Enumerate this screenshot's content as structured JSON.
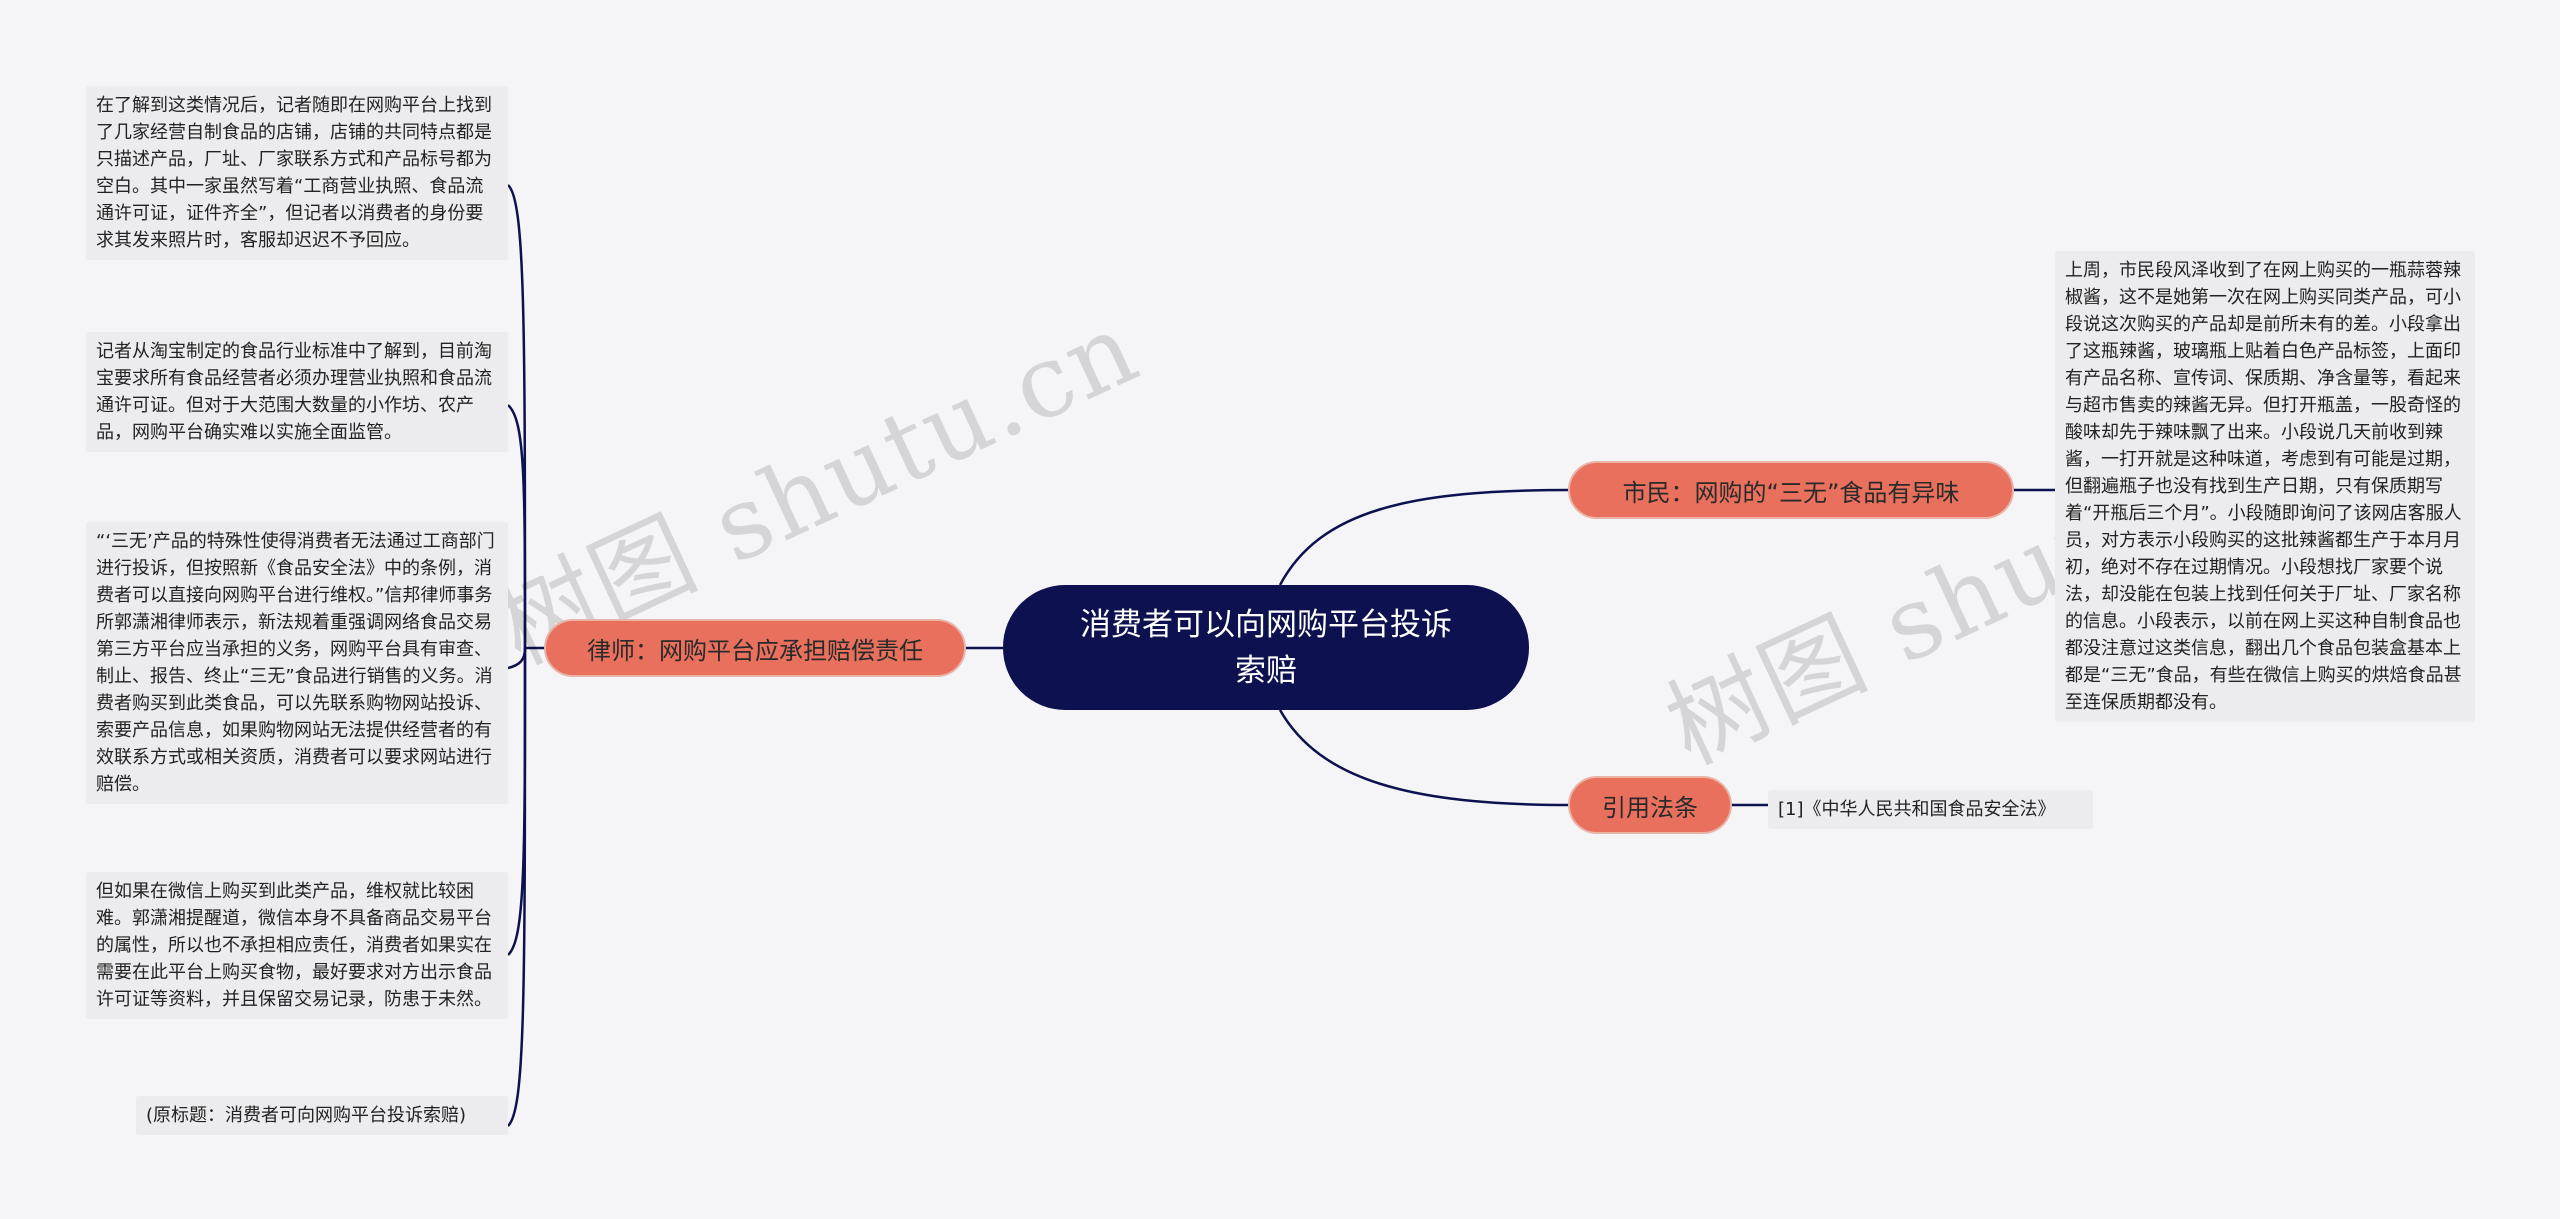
{
  "watermarks": [
    "树图 shutu.cn",
    "树图 shutu.cn"
  ],
  "root": {
    "label": "消费者可以向网购平台投诉索赔"
  },
  "branches": {
    "lawyer": {
      "label": "律师：网购平台应承担赔偿责任",
      "children": [
        "在了解到这类情况后，记者随即在网购平台上找到了几家经营自制食品的店铺，店铺的共同特点都是只描述产品，厂址、厂家联系方式和产品标号都为空白。其中一家虽然写着“工商营业执照、食品流通许可证，证件齐全”，但记者以消费者的身份要求其发来照片时，客服却迟迟不予回应。",
        "记者从淘宝制定的食品行业标准中了解到，目前淘宝要求所有食品经营者必须办理营业执照和食品流通许可证。但对于大范围大数量的小作坊、农产品，网购平台确实难以实施全面监管。",
        "“‘三无’产品的特殊性使得消费者无法通过工商部门进行投诉，但按照新《食品安全法》中的条例，消费者可以直接向网购平台进行维权。”信邦律师事务所郭潇湘律师表示，新法规着重强调网络食品交易第三方平台应当承担的义务，网购平台具有审查、制止、报告、终止“三无”食品进行销售的义务。消费者购买到此类食品，可以先联系购物网站投诉、索要产品信息，如果购物网站无法提供经营者的有效联系方式或相关资质，消费者可以要求网站进行赔偿。",
        "但如果在微信上购买到此类产品，维权就比较困难。郭潇湘提醒道，微信本身不具备商品交易平台的属性，所以也不承担相应责任，消费者如果实在需要在此平台上购买食物，最好要求对方出示食品许可证等资料，并且保留交易记录，防患于未然。",
        "(原标题：消费者可向网购平台投诉索赔)"
      ]
    },
    "citizen": {
      "label": "市民：网购的“三无”食品有异味",
      "children": [
        "上周，市民段风泽收到了在网上购买的一瓶蒜蓉辣椒酱，这不是她第一次在网上购买同类产品，可小段说这次购买的产品却是前所未有的差。小段拿出了这瓶辣酱，玻璃瓶上贴着白色产品标签，上面印有产品名称、宣传词、保质期、净含量等，看起来与超市售卖的辣酱无异。但打开瓶盖，一股奇怪的酸味却先于辣味飘了出来。小段说几天前收到辣酱，一打开就是这种味道，考虑到有可能是过期，但翻遍瓶子也没有找到生产日期，只有保质期写着“开瓶后三个月”。小段随即询问了该网店客服人员，对方表示小段购买的这批辣酱都生产于本月月初，绝对不存在过期情况。小段想找厂家要个说法，却没能在包装上找到任何关于厂址、厂家名称的信息。小段表示，以前在网上买这种自制食品也都没注意过这类信息，翻出几个食品包装盒基本上都是“三无”食品，有些在微信上购买的烘焙食品甚至连保质期都没有。"
      ]
    },
    "law": {
      "label": "引用法条",
      "children": [
        "[1]《中华人民共和国食品安全法》"
      ]
    }
  },
  "colors": {
    "root_fill": "#0d1150",
    "branch_fill": "#e8705d",
    "line": "#0d1150",
    "leaf_fill": "#ececef"
  }
}
